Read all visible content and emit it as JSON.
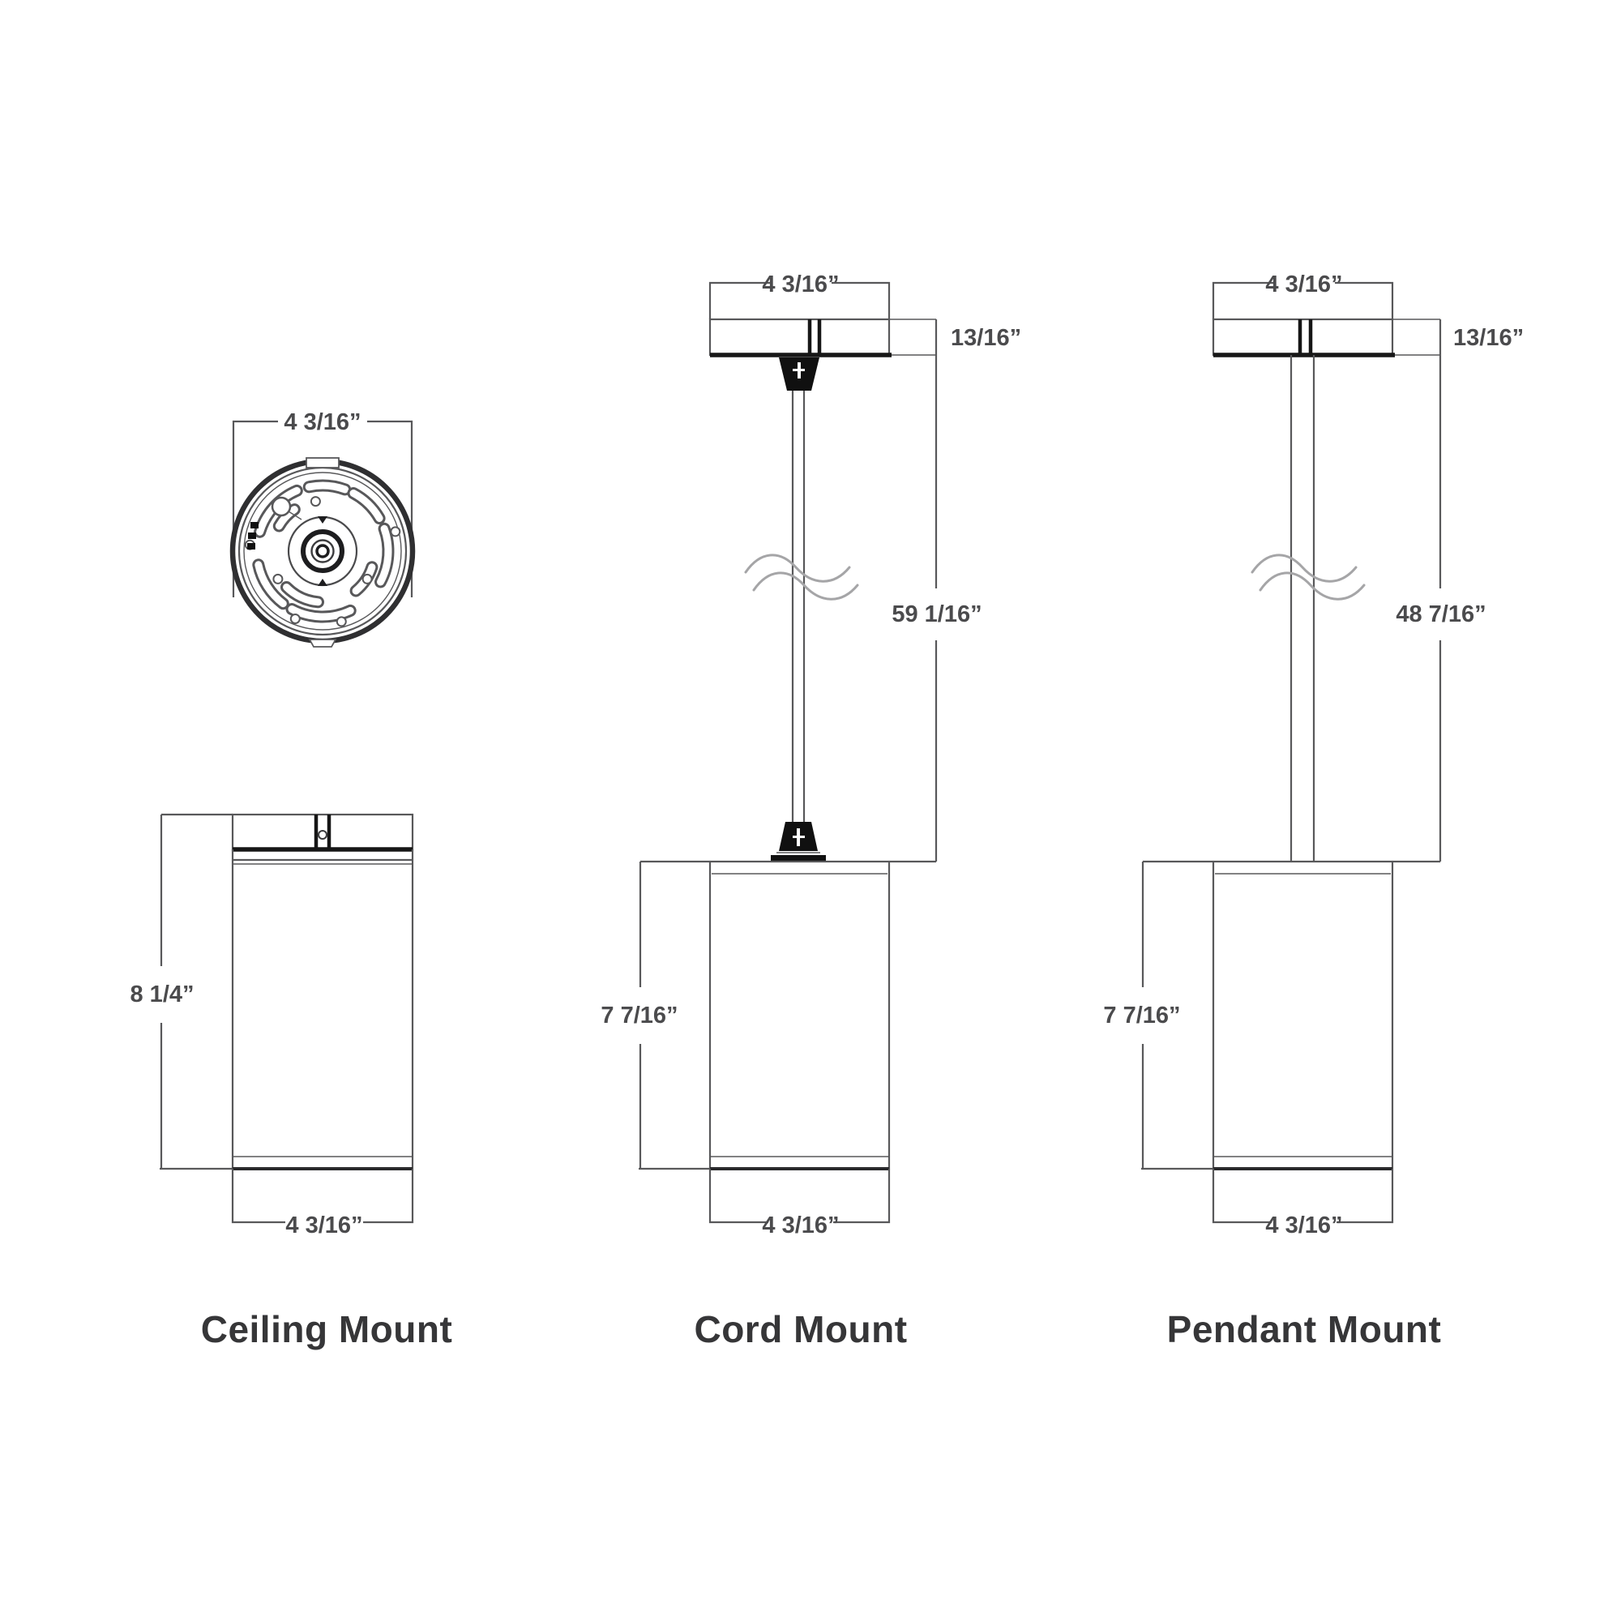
{
  "views": {
    "ceiling": {
      "label": "Ceiling Mount",
      "dims": {
        "top_view_width": "4 3/16”",
        "height": "8 1/4”",
        "bottom_width": "4 3/16”"
      }
    },
    "cord": {
      "label": "Cord Mount",
      "dims": {
        "canopy_width": "4 3/16”",
        "canopy_height": "13/16”",
        "suspension_length": "59 1/16”",
        "body_height": "7 7/16”",
        "body_width": "4 3/16”"
      }
    },
    "pendant": {
      "label": "Pendant Mount",
      "dims": {
        "canopy_width": "4 3/16”",
        "canopy_height": "13/16”",
        "suspension_length": "48 7/16”",
        "body_height": "7 7/16”",
        "body_width": "4 3/16”"
      }
    }
  },
  "colors": {
    "line": "#58585a",
    "heavy_line": "#161616",
    "dimension_text": "#4b4b4d",
    "label_text": "#363638",
    "break_mark": "#a5a5a7",
    "background": "#ffffff"
  }
}
